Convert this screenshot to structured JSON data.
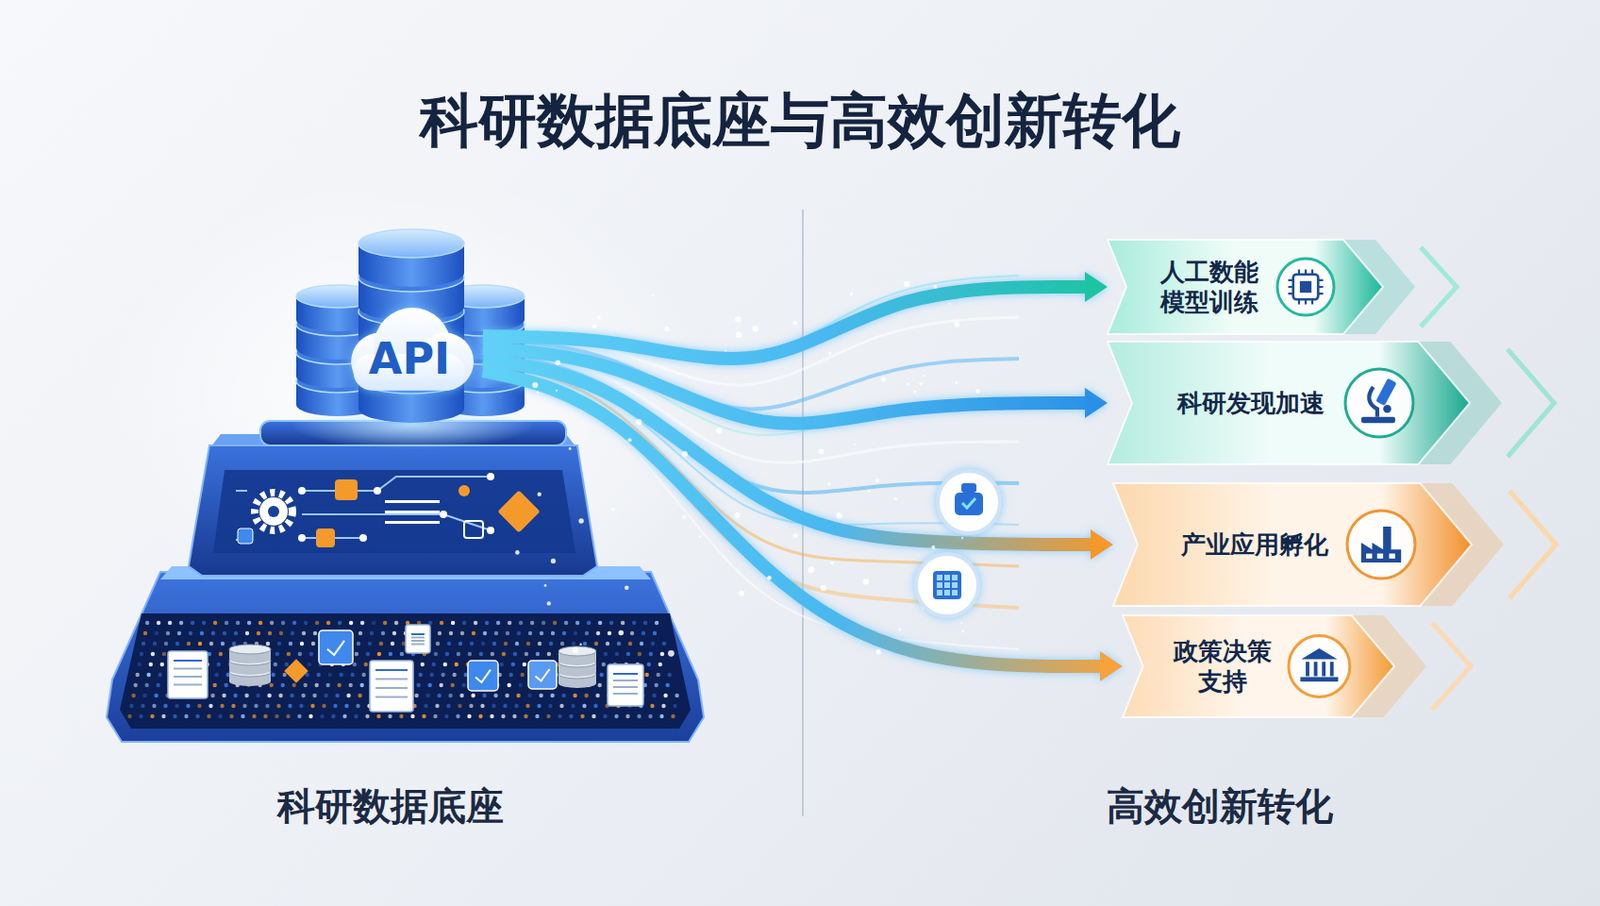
{
  "diagram": {
    "title": "科研数据底座与高效创新转化",
    "nodes": [
      {
        "text": [
          "API"
        ]
      },
      {
        "text": [
          "人工数能 模型训练"
        ]
      },
      {
        "text": [
          "科研发现加速"
        ]
      },
      {
        "text": [
          "产业应用孵化"
        ]
      },
      {
        "text": [
          "政策决策 支持"
        ]
      }
    ],
    "edges": [
      {
        "from": 0,
        "to": 1,
        "arrow": "to"
      },
      {
        "from": 0,
        "to": 2,
        "arrow": "to"
      },
      {
        "from": 0,
        "to": 3,
        "arrow": "to"
      },
      {
        "from": 0,
        "to": 4,
        "arrow": "to"
      }
    ],
    "labels": [
      "科研数据底座",
      "高效创新转化"
    ]
  }
}
